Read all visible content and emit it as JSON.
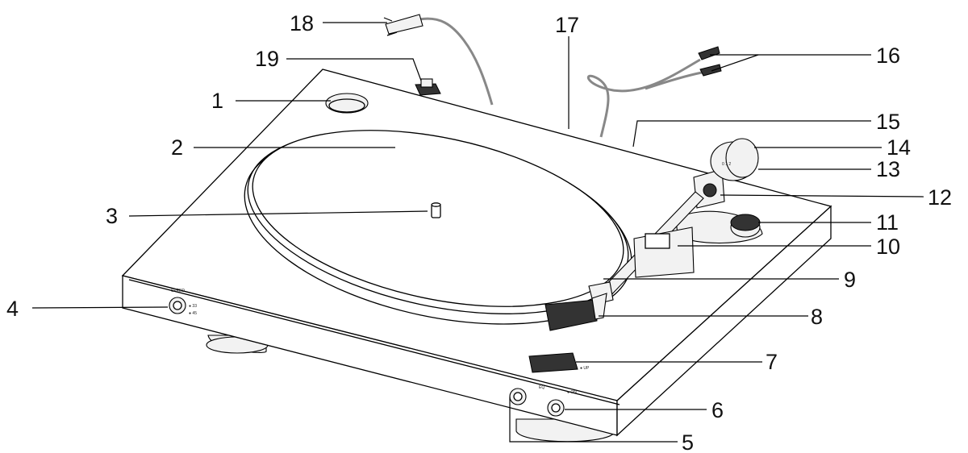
{
  "callouts": {
    "c1": "1",
    "c2": "2",
    "c3": "3",
    "c4": "4",
    "c5": "5",
    "c6": "6",
    "c7": "7",
    "c8": "8",
    "c9": "9",
    "c10": "10",
    "c11": "11",
    "c12": "12",
    "c13": "13",
    "c14": "14",
    "c15": "15",
    "c16": "16",
    "c17": "17",
    "c18": "18",
    "c19": "19"
  },
  "panel_text": {
    "left_knob_top": "SPEED",
    "left_knob_opt1": "● 33",
    "left_knob_opt2": "● 45",
    "lift_lever": "● UP",
    "front_left": "EQ",
    "front_right": "● ON"
  },
  "colors": {
    "line": "#000000",
    "cable": "#888888",
    "background": "#ffffff"
  }
}
